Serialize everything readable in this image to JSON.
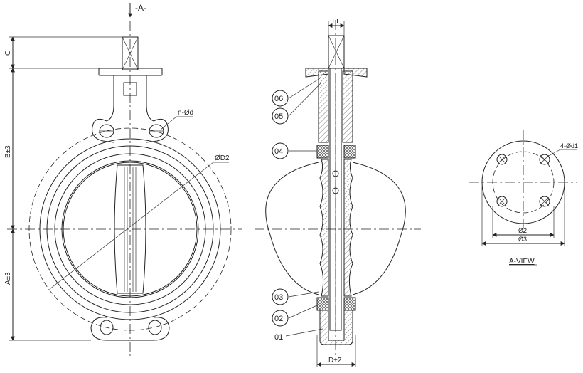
{
  "view_marker": "-A-",
  "dimensions": {
    "c": "C",
    "b": "B±3",
    "a": "A±3",
    "n_d": "n-Ød",
    "d2_diam": "ØD2",
    "t": "±T",
    "d": "D±2",
    "holes": "4-Ød1",
    "d2": "Ø2",
    "d3": "Ø3"
  },
  "parts": [
    "06",
    "05",
    "04",
    "03",
    "02",
    "01"
  ],
  "a_view_title": "A-VIEW"
}
